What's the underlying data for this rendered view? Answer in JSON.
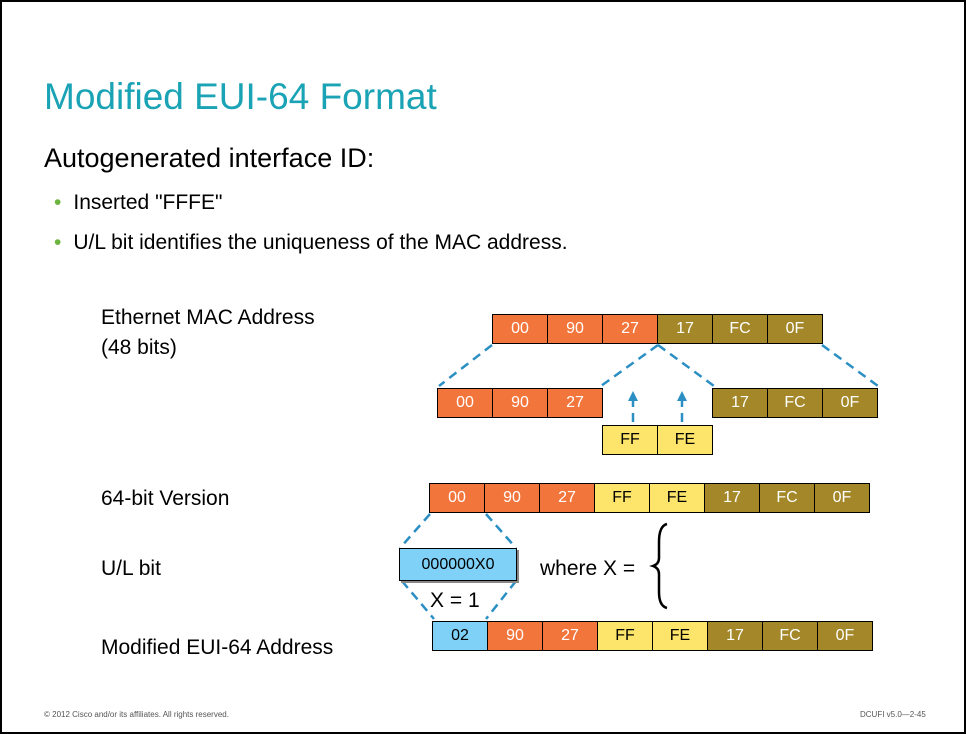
{
  "slide": {
    "title": "Modified EUI-64 Format",
    "subtitle": "Autogenerated interface ID:",
    "bullets": [
      "Inserted \"FFFE\"",
      "U/L bit identifies the uniqueness of the MAC address."
    ],
    "footer_left": "© 2012 Cisco and/or its affiliates. All rights reserved.",
    "footer_right": "DCUFI v5.0—2-45"
  },
  "labels": {
    "mac_line1": "Ethernet MAC Address",
    "mac_line2": "(48 bits)",
    "version64": "64-bit Version",
    "ul_bit": "U/L bit",
    "modified": "Modified EUI-64 Address",
    "where_x": "where X =",
    "x_value": "X = 1",
    "binary": "000000X0"
  },
  "rows": {
    "mac": [
      "00",
      "90",
      "27",
      "17",
      "FC",
      "0F"
    ],
    "split_left": [
      "00",
      "90",
      "27"
    ],
    "split_right": [
      "17",
      "FC",
      "0F"
    ],
    "inserted": [
      "FF",
      "FE"
    ],
    "version64": [
      "00",
      "90",
      "27",
      "FF",
      "FE",
      "17",
      "FC",
      "0F"
    ],
    "modified": [
      "02",
      "90",
      "27",
      "FF",
      "FE",
      "17",
      "FC",
      "0F"
    ]
  },
  "colors": {
    "title": "#1aa3b5",
    "bullet_dot": "#6cb33f",
    "oui_orange": "#f2753b",
    "nic_olive": "#a38728",
    "fffe_yellow": "#fce56a",
    "ul_blue": "#7fd1f7",
    "dashed_line": "#2b8fc4"
  }
}
